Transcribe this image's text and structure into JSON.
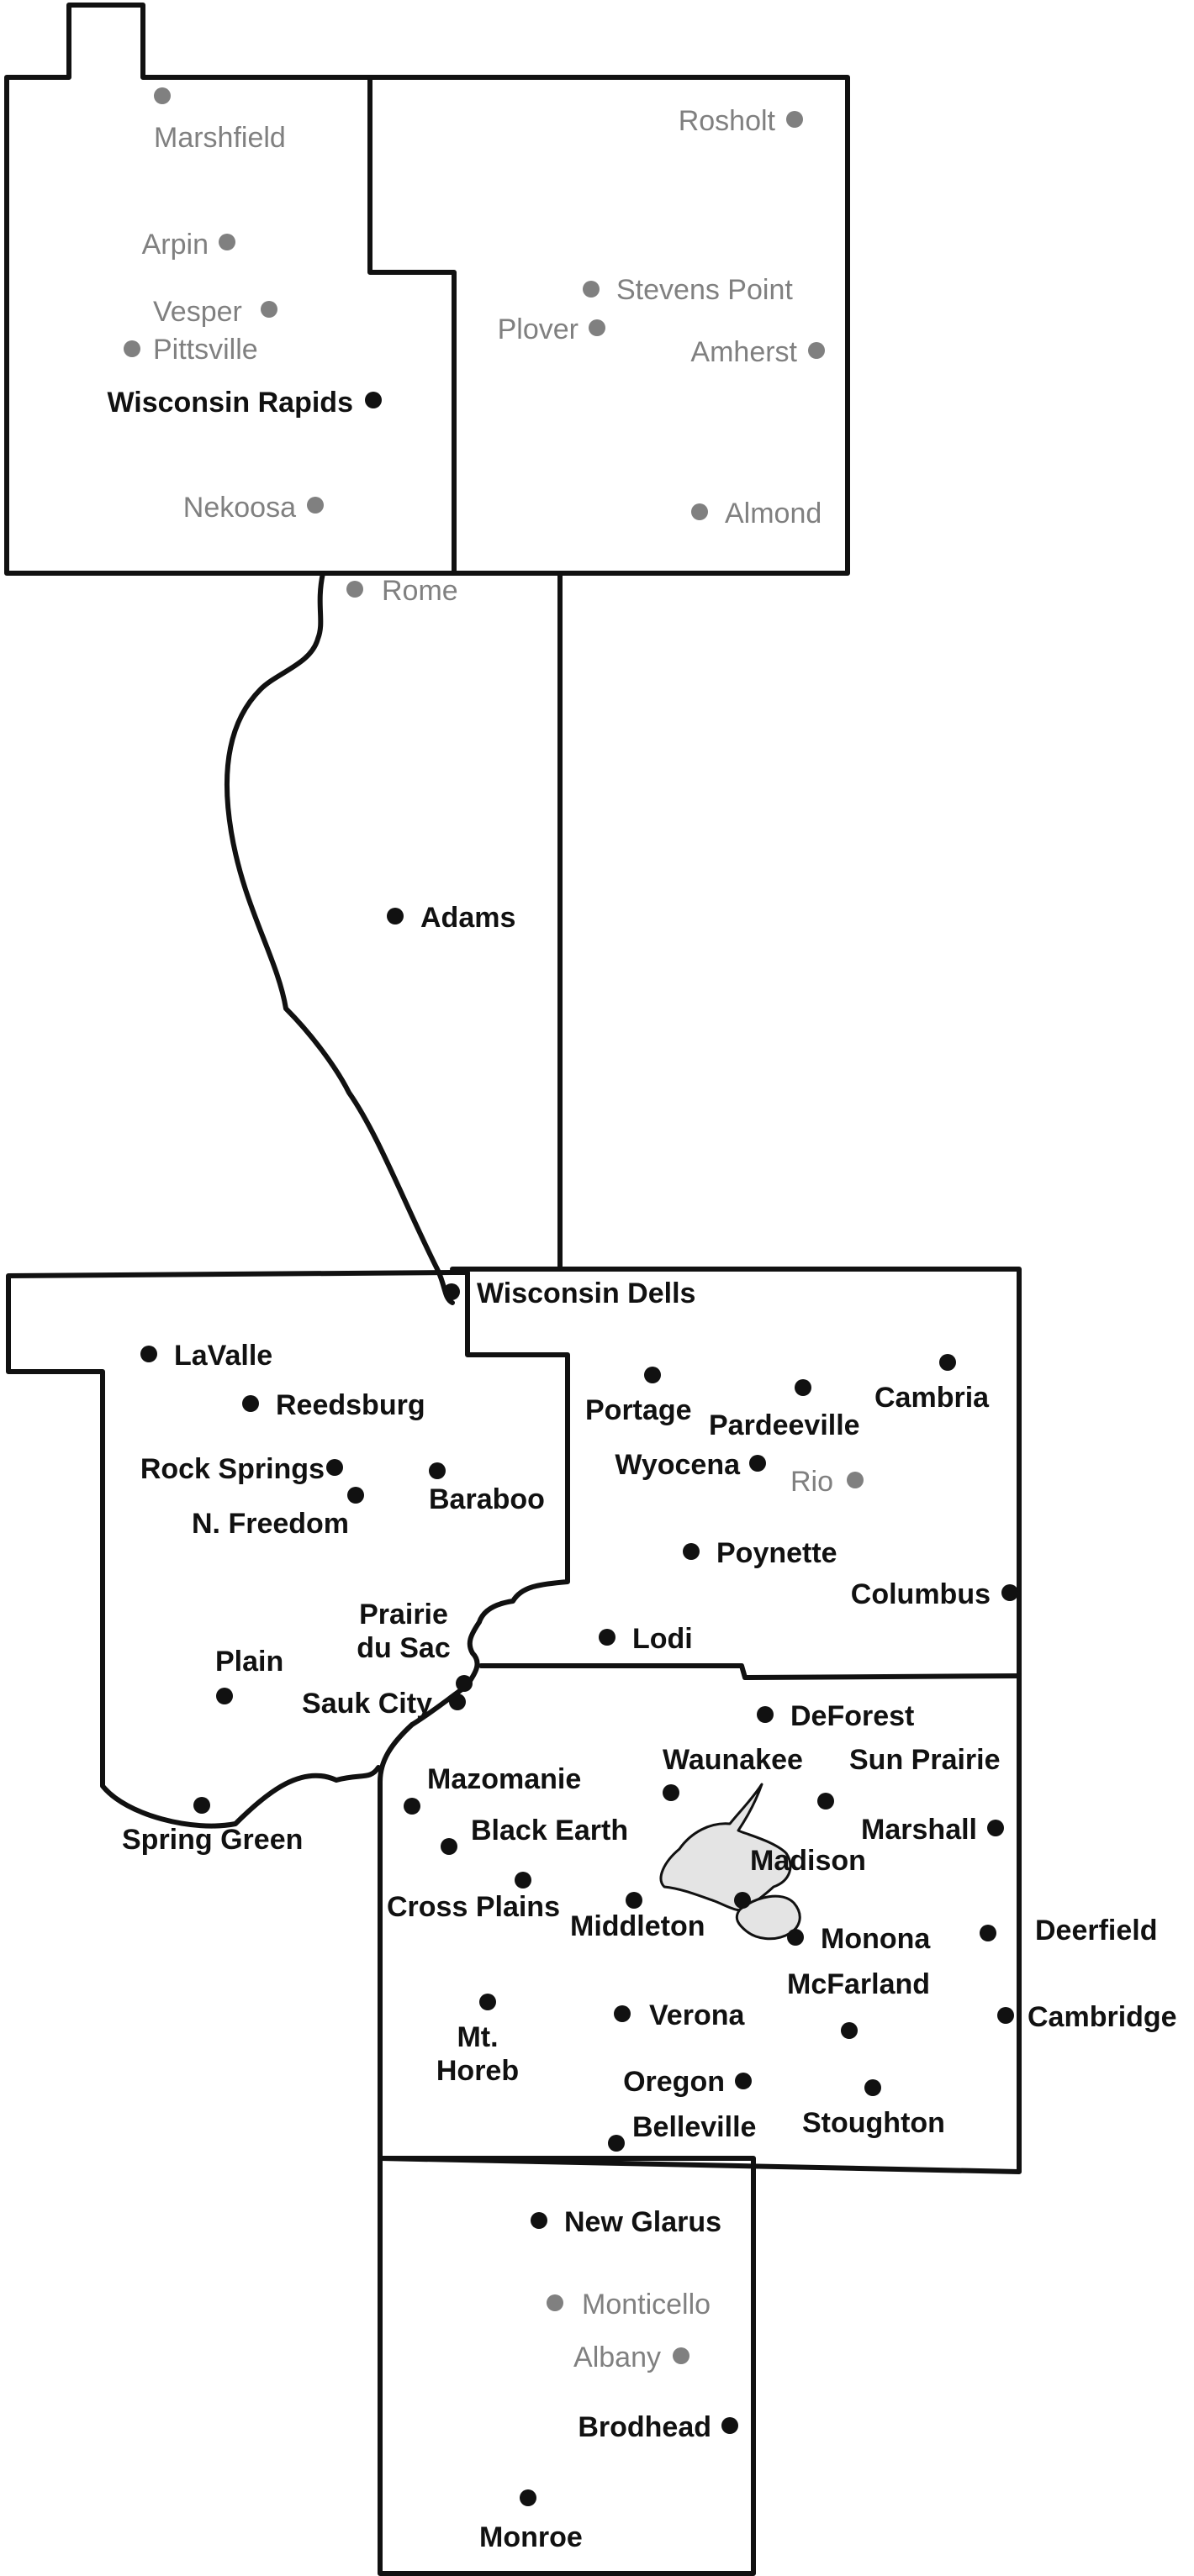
{
  "colors": {
    "primary": "#111111",
    "secondary": "#808080",
    "lake": "#e4e4e4"
  },
  "towns": [
    {
      "id": "marshfield",
      "name": "Marshfield",
      "status": "secondary"
    },
    {
      "id": "arpin",
      "name": "Arpin",
      "status": "secondary"
    },
    {
      "id": "vesper",
      "name": "Vesper",
      "status": "secondary"
    },
    {
      "id": "pittsville",
      "name": "Pittsville",
      "status": "secondary"
    },
    {
      "id": "wisconsin-rapids",
      "name": "Wisconsin Rapids",
      "status": "primary"
    },
    {
      "id": "nekoosa",
      "name": "Nekoosa",
      "status": "secondary"
    },
    {
      "id": "rosholt",
      "name": "Rosholt",
      "status": "secondary"
    },
    {
      "id": "stevens-point",
      "name": "Stevens Point",
      "status": "secondary"
    },
    {
      "id": "plover",
      "name": "Plover",
      "status": "secondary"
    },
    {
      "id": "amherst",
      "name": "Amherst",
      "status": "secondary"
    },
    {
      "id": "almond",
      "name": "Almond",
      "status": "secondary"
    },
    {
      "id": "rome",
      "name": "Rome",
      "status": "secondary"
    },
    {
      "id": "adams",
      "name": "Adams",
      "status": "primary"
    },
    {
      "id": "wisconsin-dells",
      "name": "Wisconsin Dells",
      "status": "primary"
    },
    {
      "id": "lavalle",
      "name": "LaValle",
      "status": "primary"
    },
    {
      "id": "reedsburg",
      "name": "Reedsburg",
      "status": "primary"
    },
    {
      "id": "rock-springs",
      "name": "Rock Springs",
      "status": "primary"
    },
    {
      "id": "n-freedom",
      "name": "N. Freedom",
      "status": "primary"
    },
    {
      "id": "baraboo",
      "name": "Baraboo",
      "status": "primary"
    },
    {
      "id": "prairie-du-sac",
      "name": "Prairie du Sac",
      "status": "primary"
    },
    {
      "id": "sauk-city",
      "name": "Sauk City",
      "status": "primary"
    },
    {
      "id": "plain",
      "name": "Plain",
      "status": "primary"
    },
    {
      "id": "spring-green",
      "name": "Spring Green",
      "status": "primary"
    },
    {
      "id": "portage",
      "name": "Portage",
      "status": "primary"
    },
    {
      "id": "pardeeville",
      "name": "Pardeeville",
      "status": "primary"
    },
    {
      "id": "cambria",
      "name": "Cambria",
      "status": "primary"
    },
    {
      "id": "wyocena",
      "name": "Wyocena",
      "status": "primary"
    },
    {
      "id": "rio",
      "name": "Rio",
      "status": "secondary"
    },
    {
      "id": "poynette",
      "name": "Poynette",
      "status": "primary"
    },
    {
      "id": "columbus",
      "name": "Columbus",
      "status": "primary"
    },
    {
      "id": "lodi",
      "name": "Lodi",
      "status": "primary"
    },
    {
      "id": "deforest",
      "name": "DeForest",
      "status": "primary"
    },
    {
      "id": "waunakee",
      "name": "Waunakee",
      "status": "primary"
    },
    {
      "id": "sun-prairie",
      "name": "Sun Prairie",
      "status": "primary"
    },
    {
      "id": "mazomanie",
      "name": "Mazomanie",
      "status": "primary"
    },
    {
      "id": "black-earth",
      "name": "Black Earth",
      "status": "primary"
    },
    {
      "id": "marshall",
      "name": "Marshall",
      "status": "primary"
    },
    {
      "id": "madison",
      "name": "Madison",
      "status": "primary"
    },
    {
      "id": "cross-plains",
      "name": "Cross Plains",
      "status": "primary"
    },
    {
      "id": "middleton",
      "name": "Middleton",
      "status": "primary"
    },
    {
      "id": "monona",
      "name": "Monona",
      "status": "primary"
    },
    {
      "id": "deerfield",
      "name": "Deerfield",
      "status": "primary"
    },
    {
      "id": "mcfarland",
      "name": "McFarland",
      "status": "primary"
    },
    {
      "id": "cambridge",
      "name": "Cambridge",
      "status": "primary"
    },
    {
      "id": "verona",
      "name": "Verona",
      "status": "primary"
    },
    {
      "id": "mt-horeb",
      "name": "Mt. Horeb",
      "status": "primary"
    },
    {
      "id": "oregon",
      "name": "Oregon",
      "status": "primary"
    },
    {
      "id": "stoughton",
      "name": "Stoughton",
      "status": "primary"
    },
    {
      "id": "belleville",
      "name": "Belleville",
      "status": "primary"
    },
    {
      "id": "new-glarus",
      "name": "New Glarus",
      "status": "primary"
    },
    {
      "id": "monticello",
      "name": "Monticello",
      "status": "secondary"
    },
    {
      "id": "albany",
      "name": "Albany",
      "status": "secondary"
    },
    {
      "id": "brodhead",
      "name": "Brodhead",
      "status": "primary"
    },
    {
      "id": "monroe",
      "name": "Monroe",
      "status": "primary"
    }
  ]
}
